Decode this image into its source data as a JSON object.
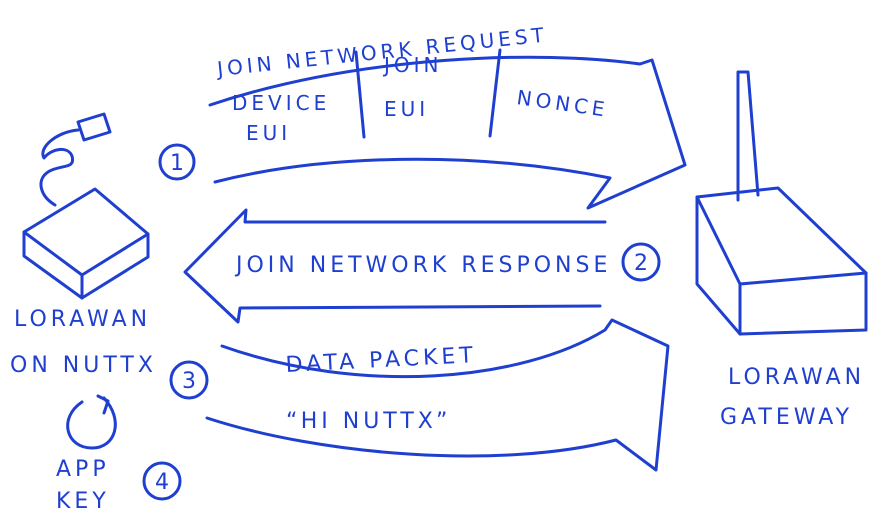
{
  "diagram": {
    "ink_color": "#1f3fd0",
    "device": {
      "label_line1": "LORAWAN",
      "label_line2": "ON NUTTX"
    },
    "gateway": {
      "label_line1": "LORAWAN",
      "label_line2": "GATEWAY"
    },
    "app_key": {
      "line1": "APP",
      "line2": "KEY"
    },
    "join_request": {
      "title": "JOIN NETWORK REQUEST",
      "fields": [
        {
          "line1": "DEVICE",
          "line2": "EUI"
        },
        {
          "line1": "JOIN",
          "line2": "EUI"
        },
        {
          "line1": "NONCE",
          "line2": ""
        }
      ]
    },
    "join_response": {
      "title": "JOIN NETWORK RESPONSE"
    },
    "data_packet": {
      "title": "DATA PACKET",
      "payload": "“HI NUTTX”"
    },
    "steps": [
      "1",
      "2",
      "3",
      "4"
    ]
  }
}
